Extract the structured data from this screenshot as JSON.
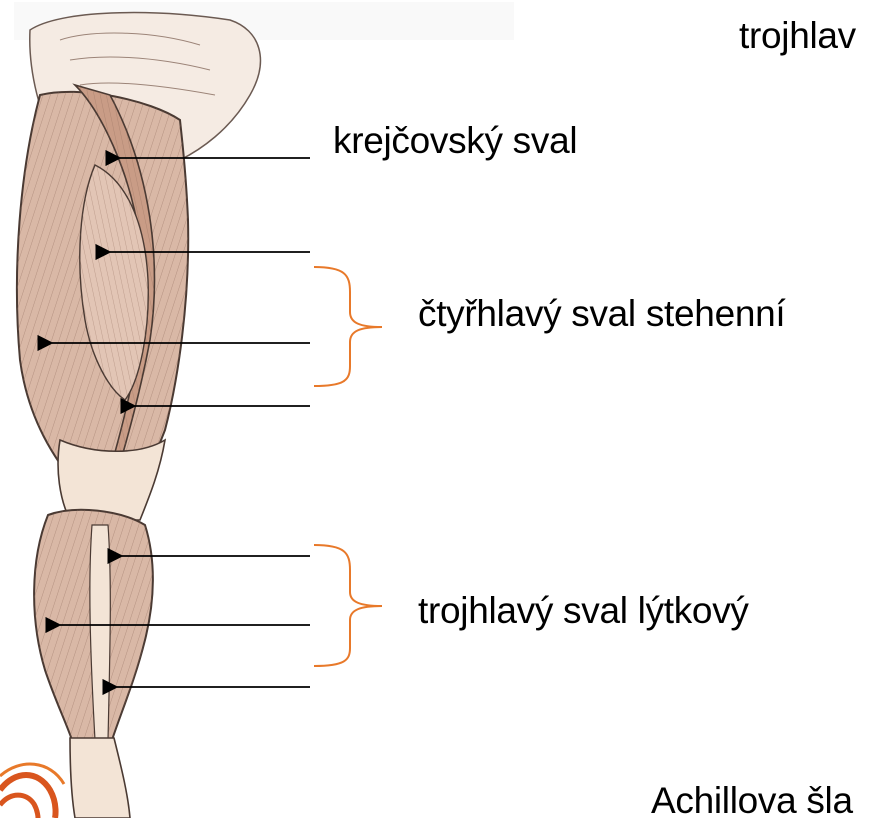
{
  "labels": {
    "top_partial": "trojhlav",
    "sartorius": "krejčovský sval",
    "quadriceps": "čtyřhlavý sval stehenní",
    "triceps_surae": "trojhlavý sval lýtkový",
    "achilles_partial": "Achillova šla"
  },
  "colors": {
    "muscle": "#d9b8a6",
    "muscle_shade": "#c99c86",
    "outline": "#4a3a33",
    "bracket": "#e8792a",
    "arrow": "#000000",
    "skin": "#f3e4d6"
  },
  "icons": {
    "pointer": "arrow-left-icon",
    "group_marker": "curly-brace-icon",
    "corner_decoration": "orange-swirl-icon"
  }
}
